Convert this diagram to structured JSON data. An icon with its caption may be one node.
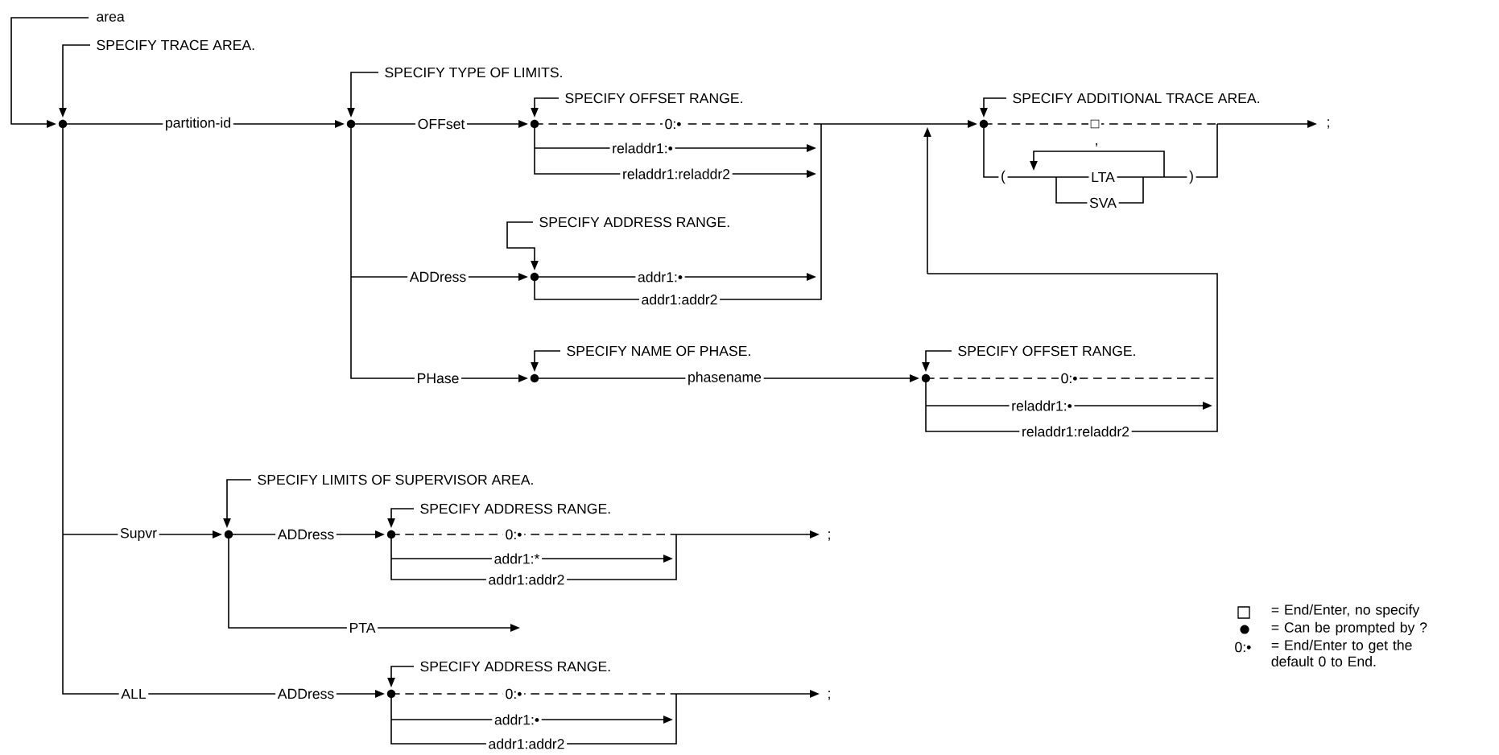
{
  "diagram": {
    "labels": [
      "area",
      "SPECIFY TRACE AREA.",
      "SPECIFY TYPE OF LIMITS.",
      "SPECIFY OFFSET RANGE.",
      "SPECIFY ADDITIONAL TRACE AREA.",
      "partition-id",
      "OFFset",
      "0:•",
      "□",
      ";",
      "reladdr1:•",
      ",",
      "reladdr1:reladdr2",
      "(",
      "LTA",
      ")",
      "SVA",
      "SPECIFY ADDRESS RANGE.",
      "ADDress",
      "addr1:•",
      "addr1:addr2",
      "SPECIFY NAME OF PHASE.",
      "SPECIFY OFFSET RANGE.",
      "PHase",
      "phasename",
      "0:•",
      "reladdr1:•",
      "reladdr1:reladdr2",
      "SPECIFY LIMITS OF SUPERVISOR AREA.",
      "SPECIFY ADDRESS RANGE.",
      "Supvr",
      "ADDress",
      "0:•",
      ";",
      "addr1:*",
      "addr1:addr2",
      "PTA",
      "SPECIFY ADDRESS RANGE.",
      "ALL",
      "ADDress",
      "0:•",
      ";",
      "addr1:•",
      "addr1:addr2",
      "0:•"
    ],
    "legend": [
      {
        "text": "= End/Enter, no specify"
      },
      {
        "text": "= Can be prompted by ?"
      },
      {
        "text": "= End/Enter to get the default 0 to End."
      }
    ]
  }
}
